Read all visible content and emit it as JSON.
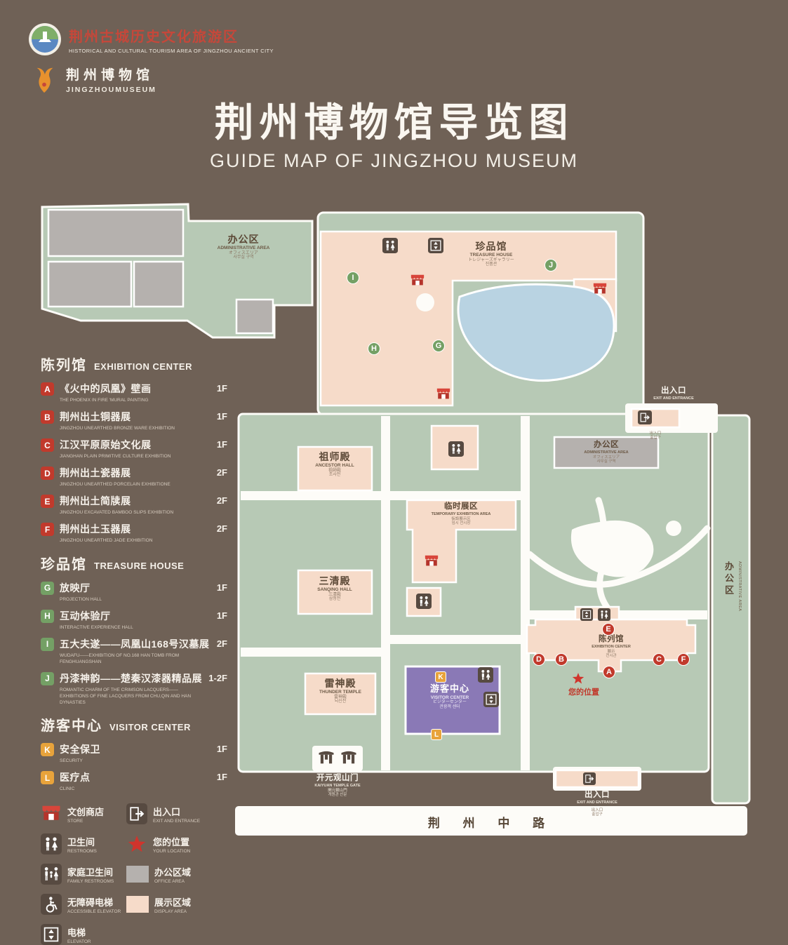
{
  "page": {
    "title_cn": "荆州博物馆导览图",
    "title_en": "GUIDE MAP OF JINGZHOU MUSEUM"
  },
  "logos": {
    "tourism": {
      "cn": "荆州古城历史文化旅游区",
      "en": "HISTORICAL AND CULTURAL TOURISM AREA OF JINGZHOU ANCIENT CITY"
    },
    "museum": {
      "cn": "荆州博物馆",
      "en": "JINGZHOUMUSEUM"
    }
  },
  "legend": {
    "exhibition": {
      "title_cn": "陈列馆",
      "title_en": "EXHIBITION CENTER",
      "items": [
        {
          "key": "A",
          "cn": "《火中的凤凰》壁画",
          "en": "THE PHOENIX IN FIRE 'MURAL PAINTING",
          "floor": "1F"
        },
        {
          "key": "B",
          "cn": "荆州出土铜器展",
          "en": "JINGZHOU UNEARTHED BRONZE WARE EXHIBITION",
          "floor": "1F"
        },
        {
          "key": "C",
          "cn": "江汉平原原始文化展",
          "en": "JIANGHAN PLAIN PRIMITIVE CULTURE EXHIBITION",
          "floor": "1F"
        },
        {
          "key": "D",
          "cn": "荆州出土瓷器展",
          "en": "JINGZHOU UNEARTHED PORCELAIN EXHIBITIONE",
          "floor": "2F"
        },
        {
          "key": "E",
          "cn": "荆州出土简牍展",
          "en": "JINGZHOU EXCAVATED BAMBOO SLIPS EXHIBITION",
          "floor": "2F"
        },
        {
          "key": "F",
          "cn": "荆州出土玉器展",
          "en": "JINGZHOU UNEARTHED JADE EXHIBITION",
          "floor": "2F"
        }
      ]
    },
    "treasure": {
      "title_cn": "珍品馆",
      "title_en": "TREASURE HOUSE",
      "items": [
        {
          "key": "G",
          "cn": "放映厅",
          "en": "PROJECTION HALL",
          "floor": "1F"
        },
        {
          "key": "H",
          "cn": "互动体验厅",
          "en": "INTERACTIVE EXPERIENCE HALL",
          "floor": "1F"
        },
        {
          "key": "I",
          "cn": "五大夫遂——凤凰山168号汉墓展",
          "en": "WUDAFU——EXHIBITION OF NO.168 HAN TOMB FROM FENGHUANGSHAN",
          "floor": "2F"
        },
        {
          "key": "J",
          "cn": "丹漆神韵——楚秦汉漆器精品展",
          "en": "ROMANTIC CHARM OF THE CRIMSON LACQUERS——EXHIBITIONS OF FINE LACQUERS FROM CHU,QIN AND HAN DYNASTIES",
          "floor": "1-2F"
        }
      ]
    },
    "visitor": {
      "title_cn": "游客中心",
      "title_en": "VISITOR CENTER",
      "items": [
        {
          "key": "K",
          "cn": "安全保卫",
          "en": "SECURITY",
          "floor": "1F"
        },
        {
          "key": "L",
          "cn": "医疗点",
          "en": "CLINIC",
          "floor": "1F"
        }
      ]
    },
    "symbols": [
      {
        "cn": "文创商店",
        "en": "STORE"
      },
      {
        "cn": "出入口",
        "en": "EXIT AND ENTRANCE"
      },
      {
        "cn": "卫生间",
        "en": "RESTROOMS"
      },
      {
        "cn": "您的位置",
        "en": "YOUR LOCATION"
      },
      {
        "cn": "家庭卫生间",
        "en": "FAMILY RESTROOMS"
      },
      {
        "cn": "办公区域",
        "en": "OFFICE AREA"
      },
      {
        "cn": "无障碍电梯",
        "en": "ACCESSIBLE ELEVATOR"
      },
      {
        "cn": "展示区域",
        "en": "DISPLAY AREA"
      },
      {
        "cn": "电梯",
        "en": "ELEVATOR"
      }
    ]
  },
  "map": {
    "admin_nw": {
      "cn": "办公区",
      "en": "ADMINISTRATIVE AREA",
      "sub1": "オフィスエリア",
      "sub2": "사무실 구역"
    },
    "treasure": {
      "cn": "珍品馆",
      "en": "TREASURE HOUSE",
      "sub1": "トレジャーズギャラリー",
      "sub2": "진품관"
    },
    "exit_ne": {
      "cn": "出入口",
      "en": "EXIT AND ENTRANCE",
      "sub1": "出入口",
      "sub2": "출입구"
    },
    "admin_e": {
      "cn": "办公区",
      "en": "ADMINISTRATIVE AREA",
      "sub1": "オフィスエリア",
      "sub2": "사무실 구역"
    },
    "admin_strip": {
      "cn": "办公区",
      "en": "ADMINISTRATIVE AREA"
    },
    "ancestor": {
      "cn": "祖师殿",
      "en": "ANCESTOR HALL",
      "sub1": "祖師殿",
      "sub2": "조사전"
    },
    "temporary": {
      "cn": "临时展区",
      "en": "TEMPORARY EXHIBITION AREA",
      "sub1": "仮設展示区",
      "sub2": "임시 전시장"
    },
    "sanqing": {
      "cn": "三清殿",
      "en": "SANQING HALL",
      "sub1": "三清殿",
      "sub2": "삼청전"
    },
    "thunder": {
      "cn": "雷神殿",
      "en": "THUNDER TEMPLE",
      "sub1": "雷神殿",
      "sub2": "뇌신전"
    },
    "visitor": {
      "cn": "游客中心",
      "en": "VISITOR CENTER",
      "sub1": "ビジターセンター",
      "sub2": "관광객 센터"
    },
    "exhibition": {
      "cn": "陈列馆",
      "en": "EXHIBITION CENTER",
      "sub1": "展示",
      "sub2": "전시관"
    },
    "your_location": {
      "cn": "您的位置"
    },
    "gate": {
      "cn": "开元观山门",
      "en": "KAIYUAN TEMPLE GATE",
      "sub1": "開元観山門",
      "sub2": "개원관 산문"
    },
    "exit_s": {
      "cn": "出入口",
      "en": "EXIT AND ENTRANCE",
      "sub1": "出入口",
      "sub2": "출입구"
    },
    "road": "荆 州 中 路"
  },
  "colors": {
    "background": "#6f6156",
    "map_green": "#b7c9b5",
    "display_area": "#f6dbc9",
    "office_area": "#b5b1ae",
    "pond": "#b9d3e2",
    "visitor_center": "#8a79b6",
    "marker_red": "#c13a2c",
    "marker_green": "#74a065",
    "marker_amber": "#e8a33b",
    "path_white": "#fdfcf8"
  }
}
